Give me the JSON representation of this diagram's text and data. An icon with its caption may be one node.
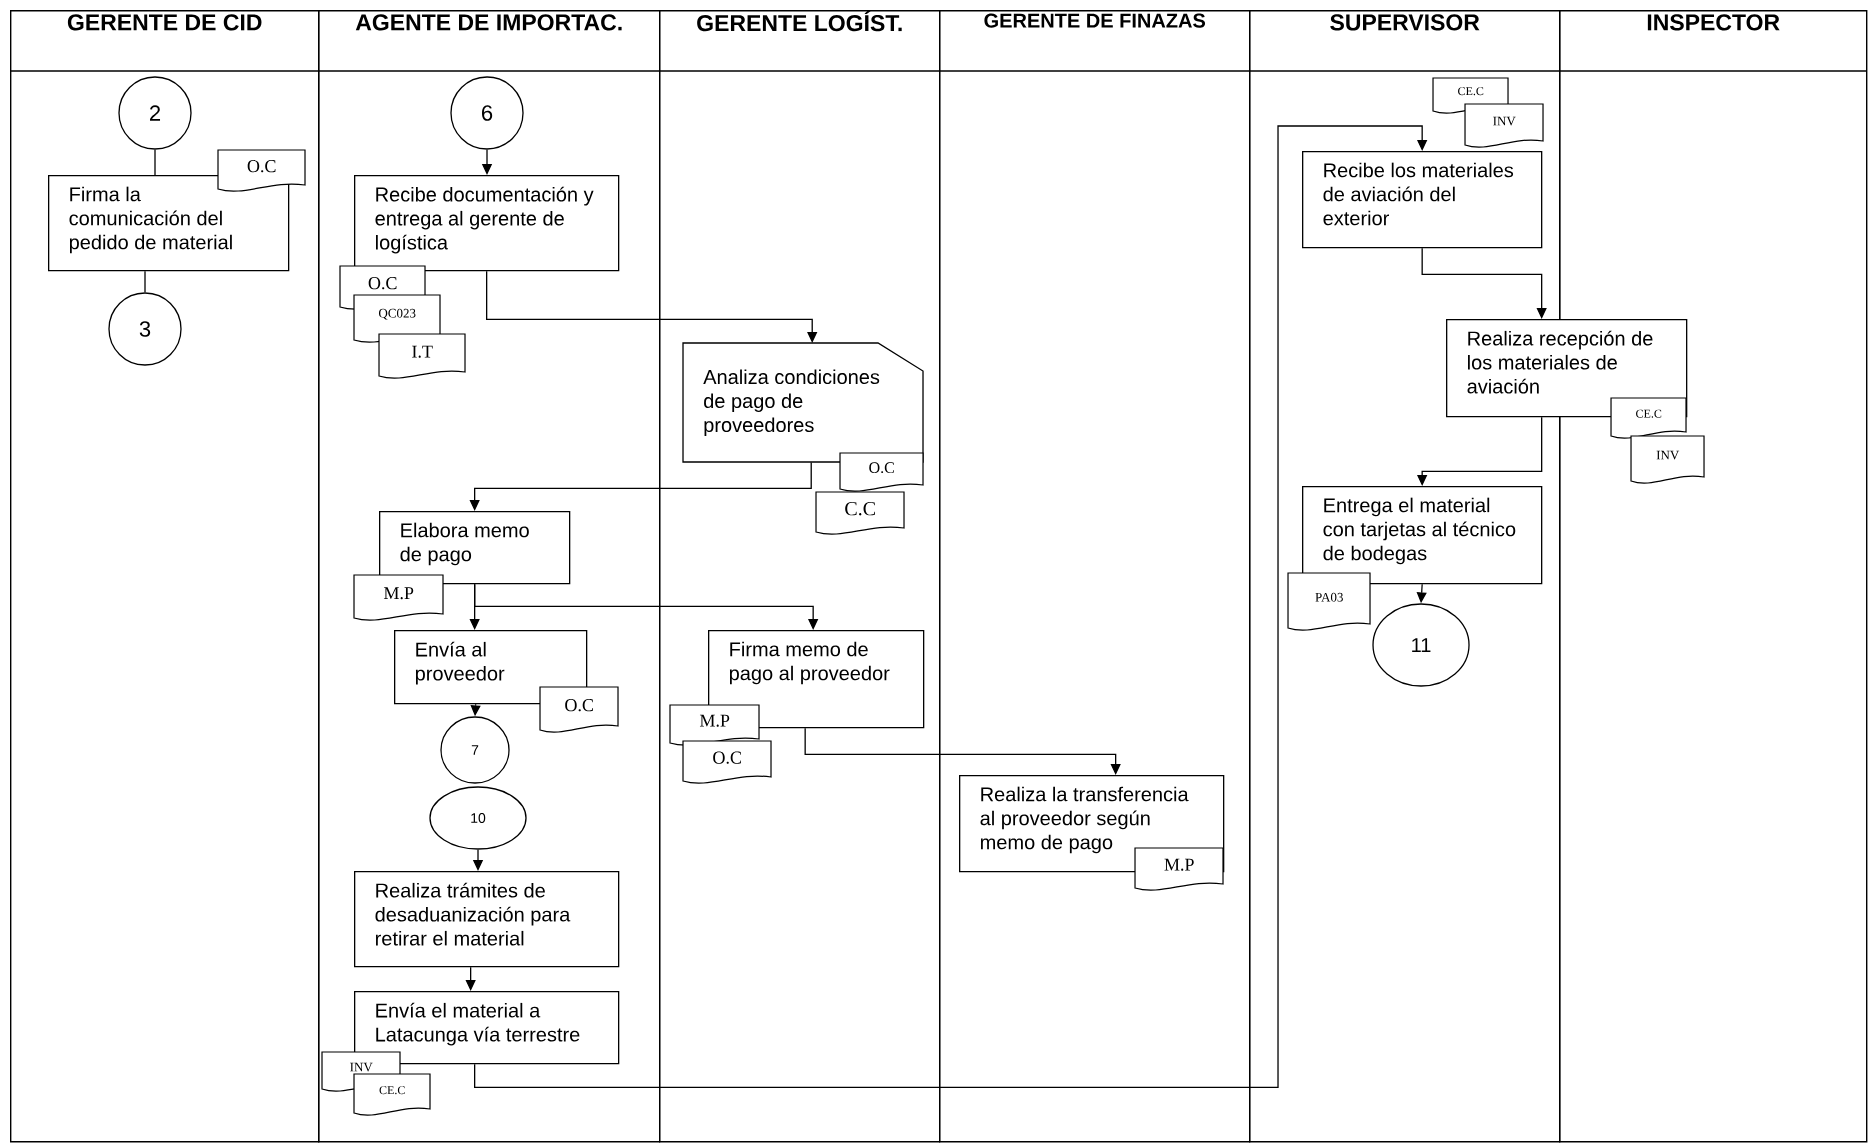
{
  "diagram": {
    "nodes": [
      {
        "text": [
          "GERENTE DE CID"
        ]
      },
      {
        "text": [
          "AGENTE DE IMPORTAC."
        ]
      },
      {
        "text": [
          "GERENTE LOGÍST."
        ]
      },
      {
        "text": [
          "GERENTE DE FINAZAS"
        ]
      },
      {
        "text": [
          "SUPERVISOR"
        ]
      },
      {
        "text": [
          "INSPECTOR"
        ]
      },
      {
        "text": [
          "2"
        ],
        "in": 0
      },
      {
        "text": [
          "Firma la comunicación del pedido de material"
        ],
        "in": 0
      },
      {
        "text": [
          "O.C"
        ],
        "in": 0
      },
      {
        "text": [
          "3"
        ],
        "in": 0
      },
      {
        "text": [
          "6"
        ],
        "in": 1
      },
      {
        "text": [
          "Recibe documentación y entrega al gerente de logística"
        ],
        "in": 1
      },
      {
        "text": [
          "O.C"
        ],
        "in": 1
      },
      {
        "text": [
          "QC023"
        ],
        "in": 1
      },
      {
        "text": [
          "I.T"
        ],
        "in": 1
      },
      {
        "text": [
          "Analiza condiciones de pago de proveedores"
        ],
        "in": 2
      },
      {
        "text": [
          "O.C"
        ],
        "in": 2
      },
      {
        "text": [
          "C.C"
        ],
        "in": 2
      },
      {
        "text": [
          "Elabora memo de pago"
        ],
        "in": 1
      },
      {
        "text": [
          "M.P"
        ],
        "in": 1
      },
      {
        "text": [
          "Envía al proveedor"
        ],
        "in": 1
      },
      {
        "text": [
          "O.C"
        ],
        "in": 1
      },
      {
        "text": [
          "7"
        ],
        "in": 1
      },
      {
        "text": [
          "10"
        ],
        "in": 1
      },
      {
        "text": [
          "Realiza trámites de desaduanización para retirar el material"
        ],
        "in": 1
      },
      {
        "text": [
          "Envía el material a Latacunga vía terrestre"
        ],
        "in": 1
      },
      {
        "text": [
          "INV"
        ],
        "in": 1
      },
      {
        "text": [
          "CE.C"
        ],
        "in": 1
      },
      {
        "text": [
          "Firma memo de pago al proveedor"
        ],
        "in": 2
      },
      {
        "text": [
          "M.P"
        ],
        "in": 2
      },
      {
        "text": [
          "O.C"
        ],
        "in": 2
      },
      {
        "text": [
          "Realiza la transferencia al proveedor según memo de pago"
        ],
        "in": 3
      },
      {
        "text": [
          "M.P"
        ],
        "in": 3
      },
      {
        "text": [
          "CE.C"
        ],
        "in": 4
      },
      {
        "text": [
          "INV"
        ],
        "in": 4
      },
      {
        "text": [
          "Recibe los materiales de aviación del exterior"
        ],
        "in": 4
      },
      {
        "text": [
          "Realiza recepción de los materiales de aviación"
        ]
      },
      {
        "text": [
          "CE.C"
        ],
        "in": 5
      },
      {
        "text": [
          "INV"
        ],
        "in": 5
      },
      {
        "text": [
          "Entrega el material con tarjetas al técnico de bodegas"
        ],
        "in": 4
      },
      {
        "text": [
          "PA03"
        ],
        "in": 4
      },
      {
        "text": [
          "11"
        ],
        "in": 4
      }
    ],
    "edges": [
      {
        "from": 6,
        "to": 7,
        "arrow": "none"
      },
      {
        "from": 7,
        "to": 9,
        "arrow": "none"
      },
      {
        "from": 10,
        "to": 11,
        "arrow": "to"
      },
      {
        "from": 11,
        "to": 15,
        "arrow": "to"
      },
      {
        "from": 15,
        "to": 18,
        "arrow": "to"
      },
      {
        "from": 18,
        "to": 20,
        "arrow": "to"
      },
      {
        "from": 18,
        "to": 28,
        "arrow": "to"
      },
      {
        "from": 20,
        "to": 22,
        "arrow": "to"
      },
      {
        "from": 23,
        "to": 24,
        "arrow": "to"
      },
      {
        "from": 24,
        "to": 25,
        "arrow": "to"
      },
      {
        "from": 25,
        "to": 35,
        "arrow": "to"
      },
      {
        "from": 28,
        "to": 31,
        "arrow": "to"
      },
      {
        "from": 35,
        "to": 36,
        "arrow": "to"
      },
      {
        "from": 36,
        "to": 39,
        "arrow": "to"
      },
      {
        "from": 39,
        "to": 41,
        "arrow": "to"
      }
    ]
  }
}
